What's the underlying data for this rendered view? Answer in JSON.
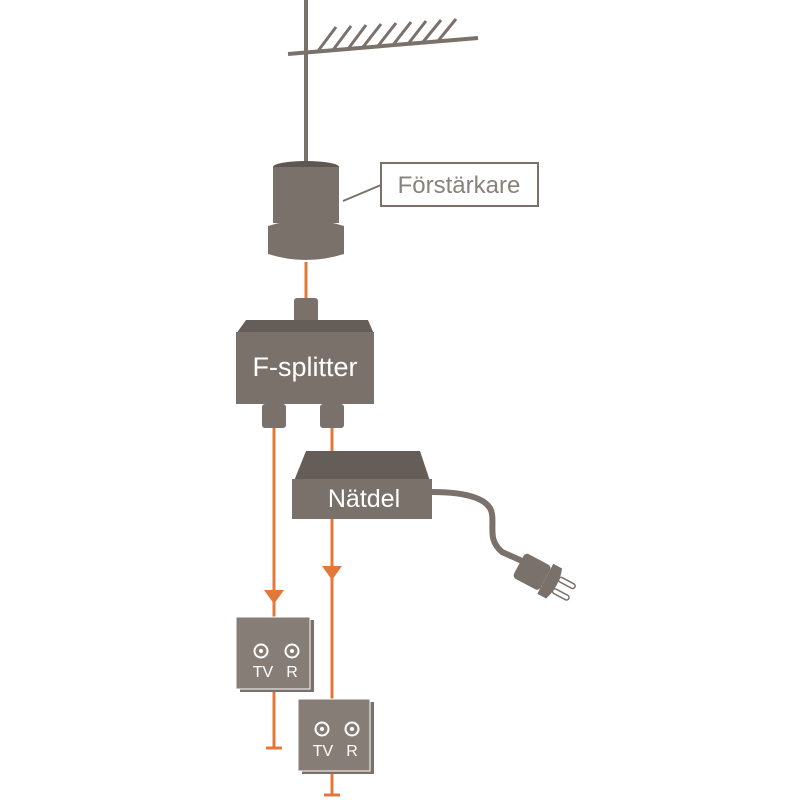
{
  "labels": {
    "amplifier": "Förstärkare",
    "splitter": "F-splitter",
    "power_supply": "Nätdel"
  },
  "outlets": [
    {
      "tv": "TV",
      "radio": "R"
    },
    {
      "tv": "TV",
      "radio": "R"
    }
  ],
  "colors": {
    "device": "#7a716b",
    "device_dark": "#655d57",
    "cable": "#e2793a",
    "outlet_face": "#ffffff",
    "callout_border": "#7a716b",
    "callout_text": "#8a817b"
  }
}
